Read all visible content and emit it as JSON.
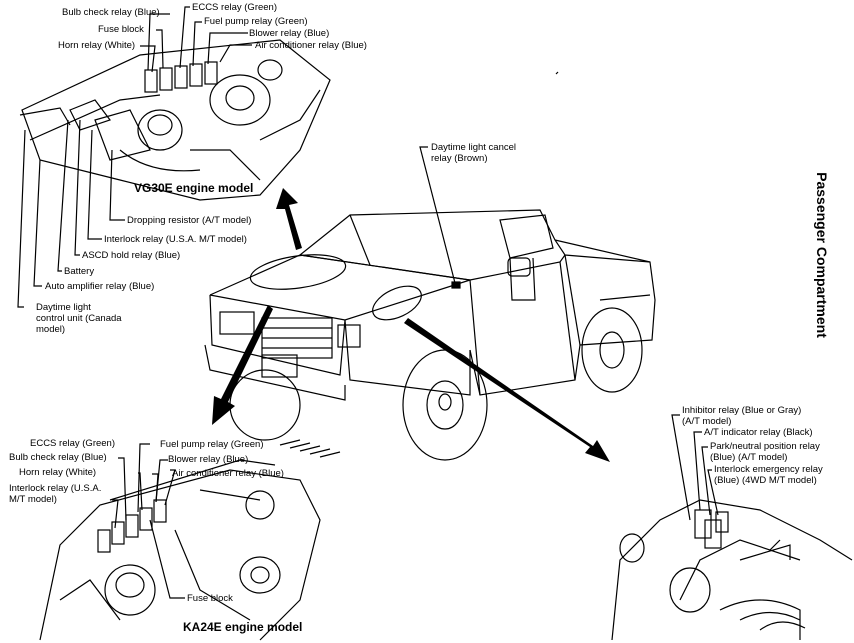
{
  "vg30": {
    "title": "VG30E engine model",
    "labels": {
      "bulb": "Bulb check relay (Blue)",
      "eccs": "ECCS relay (Green)",
      "fuel": "Fuel pump relay (Green)",
      "fuse": "Fuse block",
      "blower": "Blower relay (Blue)",
      "horn": "Horn relay (White)",
      "ac": "Air conditioner relay (Blue)",
      "dropping": "Dropping resistor (A/T model)",
      "interlock": "Interlock relay (U.S.A. M/T model)",
      "ascd": "ASCD hold relay (Blue)",
      "battery": "Battery",
      "autoamp": "Auto amplifier relay (Blue)",
      "daytime_unit": "Daytime light control unit (Canada model)"
    }
  },
  "cab": {
    "daytime_cancel": "Daytime light cancel relay (Brown)",
    "passenger": "Passenger Compartment"
  },
  "ka24": {
    "title": "KA24E engine model",
    "labels": {
      "eccs": "ECCS relay (Green)",
      "fuel": "Fuel pump relay (Green)",
      "bulb": "Bulb check relay (Blue)",
      "blower": "Blower relay (Blue)",
      "horn": "Horn relay (White)",
      "ac": "Air conditioner relay (Blue)",
      "interlock": "Interlock relay (U.S.A. M/T model)",
      "fuse": "Fuse block"
    }
  },
  "console": {
    "labels": {
      "inhibitor": "Inhibitor relay (Blue or Gray) (A/T model)",
      "at_indicator": "A/T indicator relay (Black)",
      "park": "Park/neutral position relay (Blue) (A/T model)",
      "interlock_emerg": "Interlock emergency relay (Blue) (4WD M/T model)"
    }
  }
}
